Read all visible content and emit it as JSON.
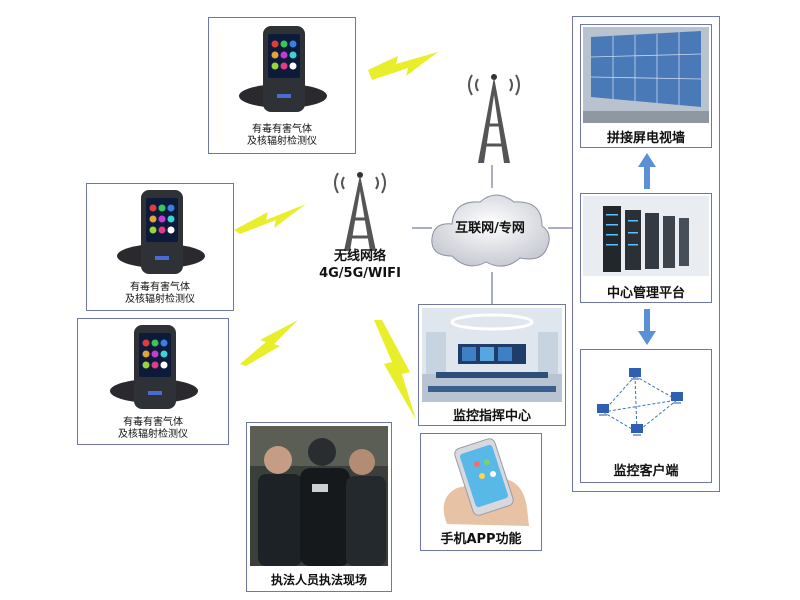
{
  "detector_caption": [
    "有毒有害气体",
    "及核辐射检测仪"
  ],
  "wireless": {
    "line1": "无线网络",
    "line2": "4G/5G/WIFI"
  },
  "cloud_label": "互联网/专网",
  "command_center_label": "监控指挥中心",
  "phone_app_label": "手机APP功能",
  "field_label": "执法人员执法现场",
  "right_panel": {
    "video_wall_label": "拼接屏电视墙",
    "platform_label": "中心管理平台",
    "client_label": "监控客户端"
  },
  "colors": {
    "border": "#6f76a8",
    "lightning": "#e8ee2a",
    "arrow": "#5b8fd6",
    "connector": "#8c93b5"
  }
}
